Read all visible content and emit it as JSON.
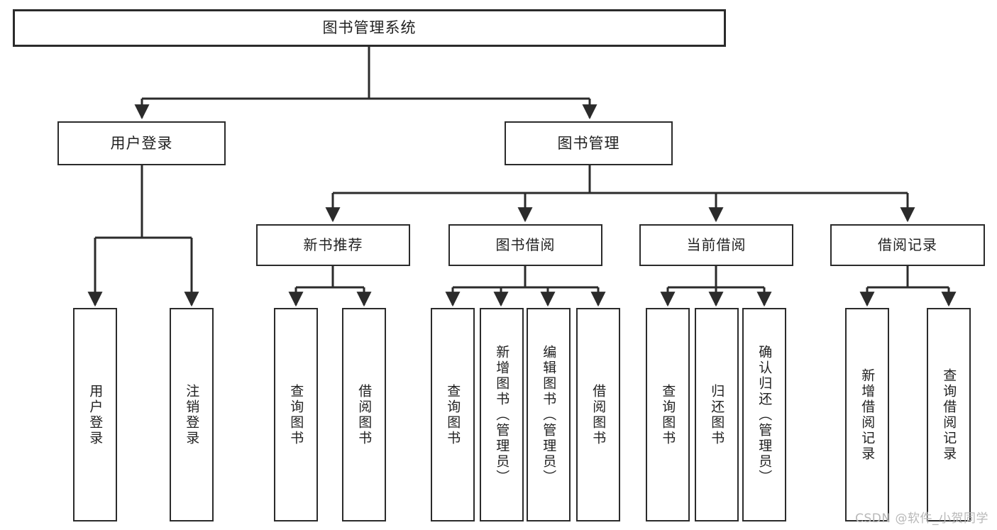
{
  "diagram": {
    "title": "图书管理系统",
    "watermark": "CSDN @软件_小贺同学",
    "line_color": "#2b2b2b",
    "box_fill": "#ffffff",
    "text_color": "#222222"
  },
  "nodes": {
    "root": {
      "label": "图书管理系统"
    },
    "level2": [
      {
        "label": "用户登录"
      },
      {
        "label": "图书管理"
      }
    ],
    "level3": [
      {
        "label": "新书推荐"
      },
      {
        "label": "图书借阅"
      },
      {
        "label": "当前借阅"
      },
      {
        "label": "借阅记录"
      }
    ],
    "leaves": {
      "user_login": [
        {
          "label": "用户登录"
        },
        {
          "label": "注销登录"
        }
      ],
      "new_book_recommend": [
        {
          "label": "查询图书"
        },
        {
          "label": "借阅图书"
        }
      ],
      "book_borrow": [
        {
          "label": "查询图书"
        },
        {
          "label": "新增图书（管理员）"
        },
        {
          "label": "编辑图书（管理员）"
        },
        {
          "label": "借阅图书"
        }
      ],
      "current_borrow": [
        {
          "label": "查询图书"
        },
        {
          "label": "归还图书"
        },
        {
          "label": "确认归还（管理员）"
        }
      ],
      "borrow_records": [
        {
          "label": "新增借阅记录"
        },
        {
          "label": "查询借阅记录"
        }
      ]
    }
  }
}
